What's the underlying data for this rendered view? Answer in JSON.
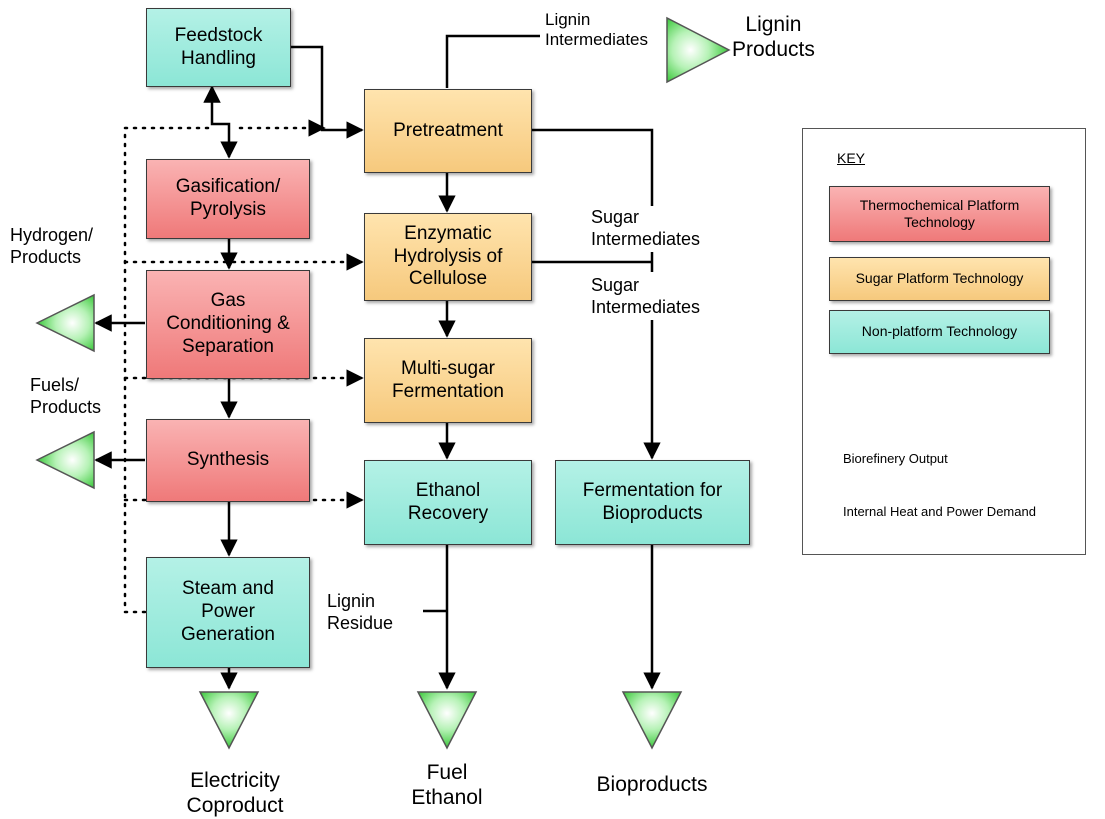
{
  "processes": {
    "feedstock": "Feedstock\nHandling",
    "pretreatment": "Pretreatment",
    "gasification": "Gasification/\nPyrolysis",
    "enzymatic": "Enzymatic\nHydrolysis of\nCellulose",
    "gas_conditioning": "Gas\nConditioning &\nSeparation",
    "multisugar": "Multi-sugar\nFermentation",
    "synthesis": "Synthesis",
    "ethanol_recovery": "Ethanol\nRecovery",
    "fermentation_bio": "Fermentation for\nBioproducts",
    "steam_power": "Steam and\nPower\nGeneration"
  },
  "labels": {
    "lignin_intermediates": "Lignin\nIntermediates",
    "lignin_products": "Lignin\nProducts",
    "sugar_intermediates_1": "Sugar\nIntermediates",
    "sugar_intermediates_2": "Sugar\nIntermediates",
    "hydrogen_products": "Hydrogen/\nProducts",
    "fuels_products": "Fuels/\nProducts",
    "lignin_residue": "Lignin\nResidue",
    "electricity": "Electricity\nCoproduct",
    "fuel_ethanol": "Fuel\nEthanol",
    "bioproducts": "Bioproducts"
  },
  "key": {
    "title": "KEY",
    "thermochemical": "Thermochemical Platform\nTechnology",
    "sugar": "Sugar Platform Technology",
    "nonplatform": "Non-platform Technology",
    "output": "Biorefinery Output",
    "heat_power": "Internal Heat and Power Demand"
  },
  "colors": {
    "thermochemical": "#f48a8a",
    "sugar": "#f9d18e",
    "nonplatform": "#9eecdd",
    "output": "#4fd44f"
  },
  "icons": [
    "biorefinery-output-triangle-icon"
  ]
}
